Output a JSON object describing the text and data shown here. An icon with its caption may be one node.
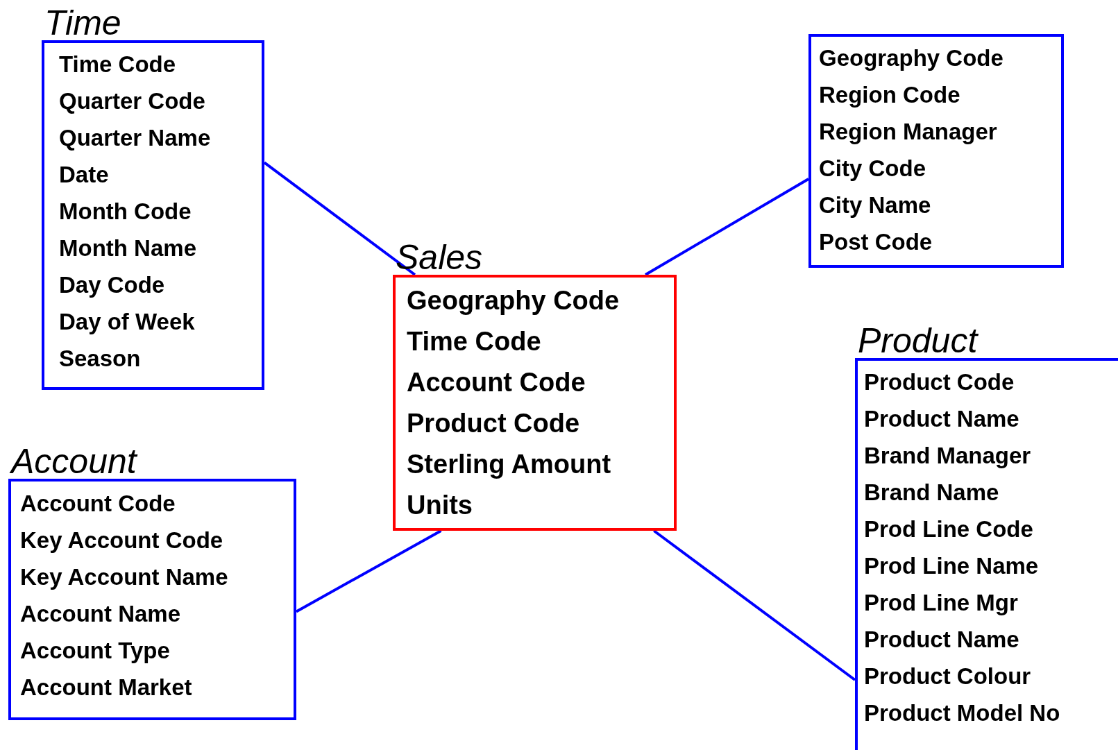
{
  "diagram": {
    "nodes": [
      {
        "text": [
          "Time",
          "Time Code",
          "Quarter Code",
          "Quarter Name",
          "Date",
          "Month Code",
          "Month Name",
          "Day Code",
          "Day of Week",
          "Season"
        ]
      },
      {
        "text": [
          "Geography Code",
          "Region Code",
          "Region Manager",
          "City Code",
          "City Name",
          "Post Code"
        ]
      },
      {
        "text": [
          "Sales",
          "Geography Code",
          "Time Code",
          "Account Code",
          "Product Code",
          "Sterling Amount",
          "Units"
        ]
      },
      {
        "text": [
          "Product",
          "Product Code",
          "Product Name",
          "Brand Manager",
          "Brand Name",
          "Prod Line Code",
          "Prod Line Name",
          "Prod Line Mgr",
          "Product Name",
          "Product Colour",
          "Product Model No"
        ]
      },
      {
        "text": [
          "Account",
          "Account Code",
          "Key Account Code",
          "Key Account Name",
          "Account Name",
          "Account Type",
          "Account Market"
        ]
      }
    ],
    "edges": [
      {
        "from": 2,
        "to": 0,
        "arrow": "none"
      },
      {
        "from": 2,
        "to": 1,
        "arrow": "none"
      },
      {
        "from": 2,
        "to": 4,
        "arrow": "none"
      },
      {
        "from": 2,
        "to": 3,
        "arrow": "none"
      }
    ]
  }
}
